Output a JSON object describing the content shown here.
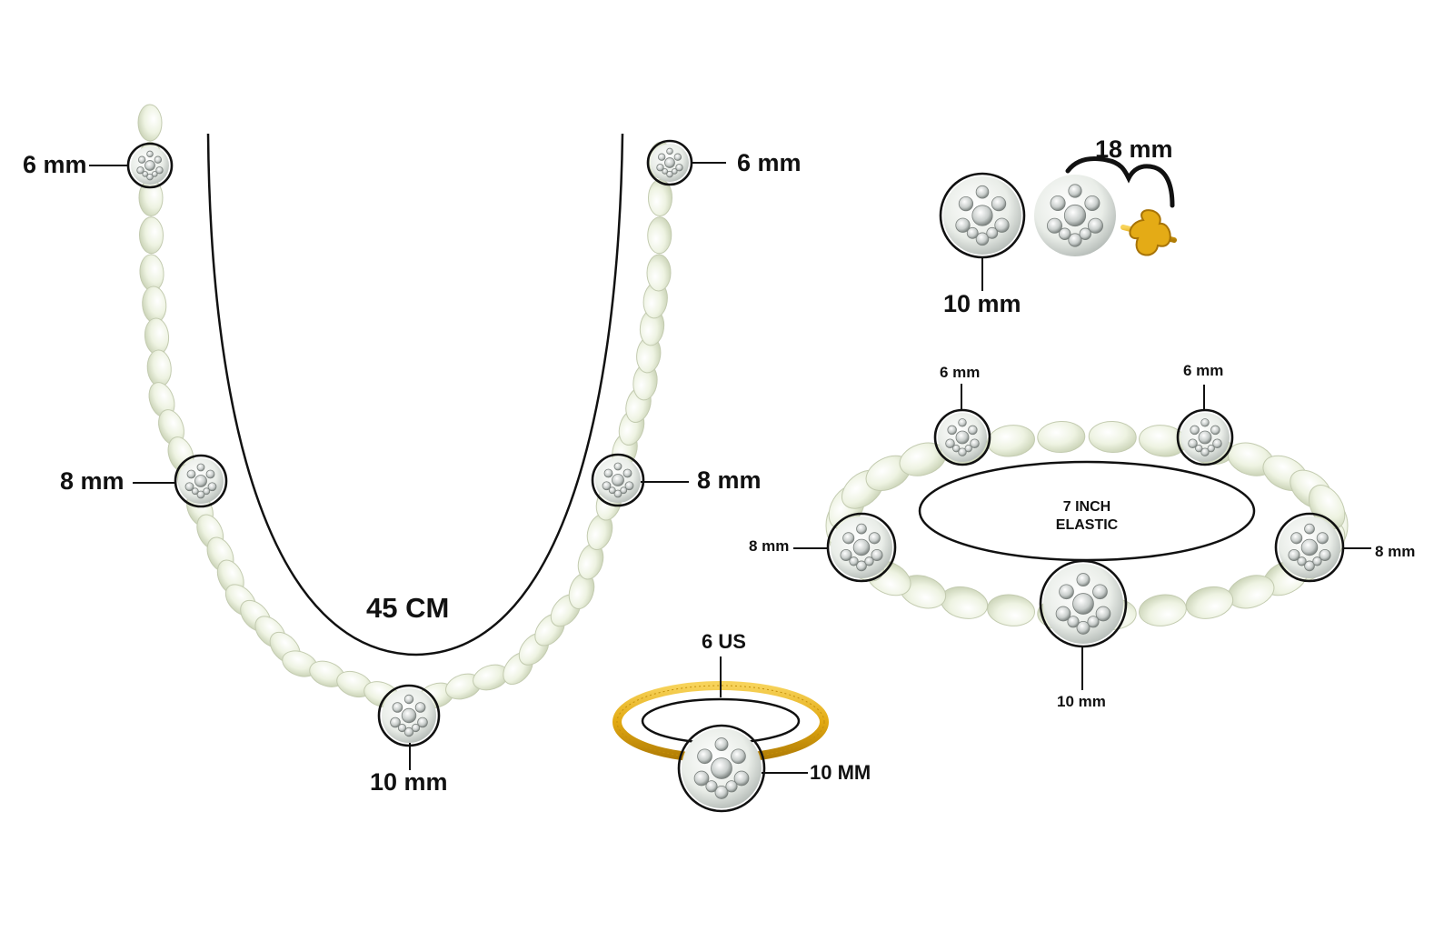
{
  "necklace": {
    "length_label": "45 CM",
    "bead_labels": {
      "top_left": "6 mm",
      "top_right": "6 mm",
      "mid_left": "8 mm",
      "mid_right": "8 mm",
      "center": "10 mm"
    }
  },
  "earrings": {
    "width_label": "18 mm",
    "diameter_label": "10 mm"
  },
  "ring": {
    "size_label": "6 US",
    "stone_label": "10 MM"
  },
  "bracelet": {
    "inner_label_line1": "7 INCH",
    "inner_label_line2": "ELASTIC",
    "bead_labels": {
      "top_left": "6 mm",
      "top_right": "6 mm",
      "side_left": "8 mm",
      "side_right": "8 mm",
      "bottom": "10 mm"
    }
  },
  "colors": {
    "pearl": "#f1f5e6",
    "pearl_shadow": "#cfd7bd",
    "gold": "#e8b21a",
    "line": "#111111"
  }
}
